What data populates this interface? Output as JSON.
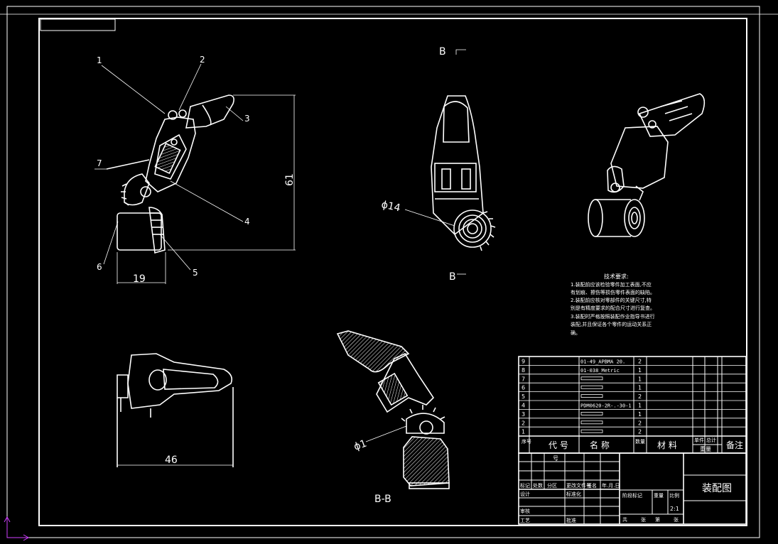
{
  "colors": {
    "background": "#000000",
    "line": "#ffffff",
    "ucs_x": "#ff4d4d",
    "ucs_y": "#d040ff"
  },
  "balloons": [
    "1",
    "2",
    "3",
    "4",
    "5",
    "6",
    "7"
  ],
  "dims": {
    "height_61": "61",
    "width_19": "19",
    "width_46": "46",
    "dia_14": "ϕ14",
    "dia_1": "ϕ1"
  },
  "section": {
    "mark_top": "B",
    "mark_bottom": "B",
    "title": "B-B"
  },
  "notes": {
    "title": "技术要求:",
    "lines": [
      "1.装配前应该检验零件加工表面,不应",
      "有划痕、擦伤等损伤零件表面的缺陷。",
      "2.装配前应核对零部件的关键尺寸,特",
      "别是有精度要求的配合尺寸进行复查。",
      "3.装配时严格按照装配作业指导书进行",
      "装配,并且保证各个零件的运动关系正",
      "确。"
    ]
  },
  "bom": {
    "rows": [
      {
        "no": "9",
        "name": "01-49_APBMA 20.",
        "qty": "2"
      },
      {
        "no": "8",
        "name": "01-038_Metric",
        "qty": "1"
      },
      {
        "no": "7",
        "name": "",
        "qty": "1"
      },
      {
        "no": "6",
        "name": "",
        "qty": "1"
      },
      {
        "no": "5",
        "name": "",
        "qty": "2"
      },
      {
        "no": "4",
        "name": "PDM0620-2R-.-30-1",
        "qty": "1"
      },
      {
        "no": "3",
        "name": "",
        "qty": "1"
      },
      {
        "no": "2",
        "name": "",
        "qty": "2"
      },
      {
        "no": "1",
        "name": "",
        "qty": "2"
      }
    ],
    "header": {
      "seq": "序号",
      "code": "代  号",
      "name": "名  称",
      "qty": "数量",
      "material": "材  料",
      "unit_weight": "单件",
      "total_weight": "总计",
      "weight": "重量",
      "remark": "备注"
    }
  },
  "title_block": {
    "drawing_title": "装配图",
    "scale": "2:1",
    "code_cell": "号",
    "row_labels": [
      "标记",
      "处数",
      "分区",
      "更改文件号",
      "签名",
      "年.月.日"
    ],
    "design": "设计",
    "standardize": "标准化",
    "review": "审核",
    "process": "工艺",
    "approve": "批准",
    "stage_mark": "阶段标记",
    "weight_label": "重量",
    "scale_label": "比例",
    "sheet_row": [
      "共",
      "张",
      "第",
      "张"
    ]
  }
}
